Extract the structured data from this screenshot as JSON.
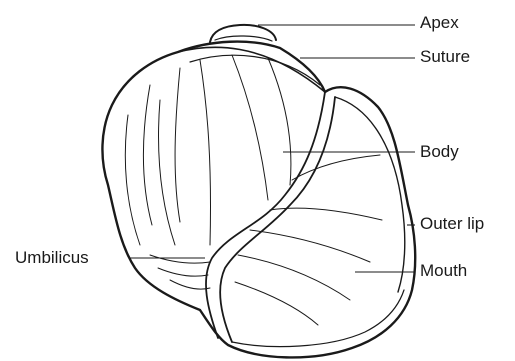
{
  "labels": {
    "apex": "Apex",
    "suture": "Suture",
    "body": "Body",
    "outer_lip": "Outer lip",
    "umbilicus": "Umbilicus",
    "mouth": "Mouth"
  },
  "colors": {
    "stroke": "#1a1a1a",
    "text": "#1a1a1a",
    "background": "#ffffff"
  }
}
